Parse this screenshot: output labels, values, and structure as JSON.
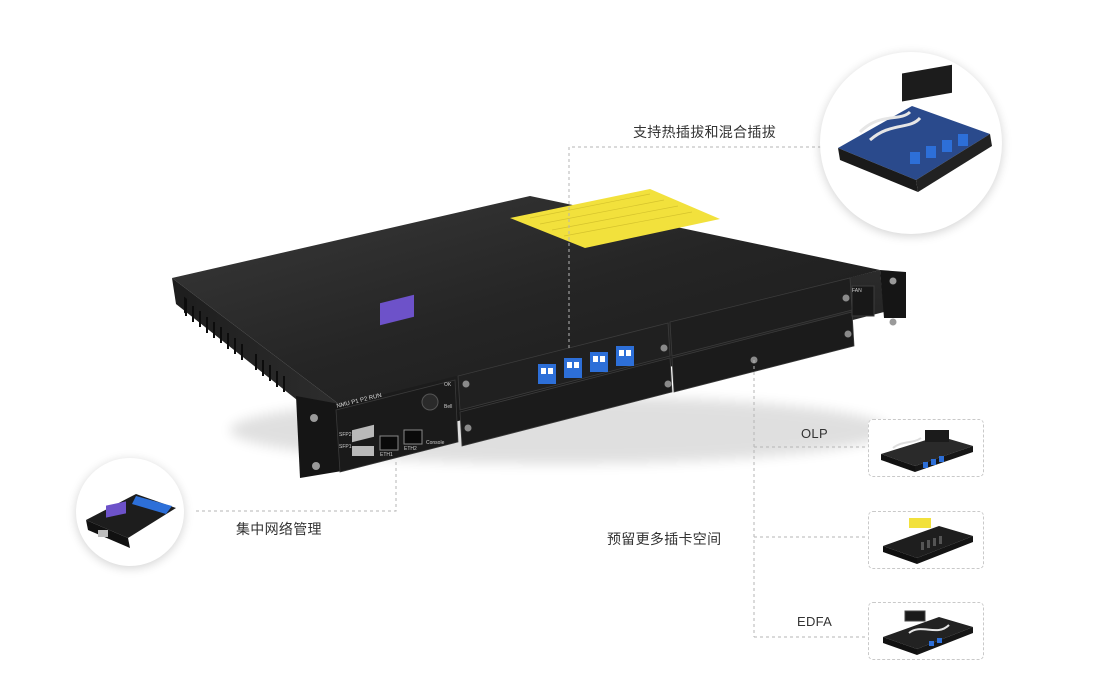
{
  "callouts": {
    "hot_swap": "支持热插拔和混合插拔",
    "central_mgmt": "集中网络管理",
    "reserved_slots": "预留更多插卡空间",
    "olp": "OLP",
    "edfa": "EDFA"
  },
  "panel_text": {
    "nmu": "NMU P1 P2 RUN",
    "eth1": "ETH1",
    "eth2": "ETH2",
    "console": "Console",
    "sfp1": "SFP1",
    "sfp2": "SFP2",
    "fan": "FAN",
    "ok": "OK",
    "bell": "Bell"
  },
  "colors": {
    "chassis": "#1c1c1c",
    "chassis_top": "#2a2a2a",
    "warning_label": "#f2e13c",
    "lc_port": "#2d6fd8",
    "lcd": "#6d52c9",
    "leader_line": "#b5b5b5"
  }
}
